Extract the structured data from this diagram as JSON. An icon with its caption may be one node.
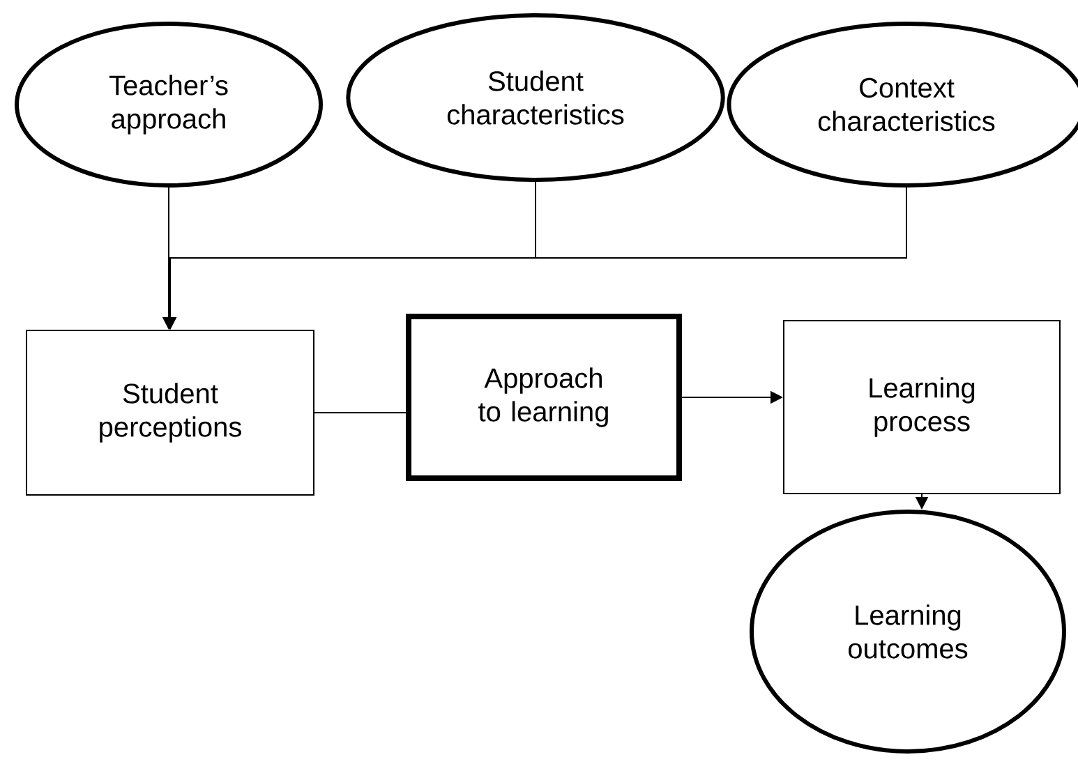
{
  "diagram": {
    "nodes": [
      {
        "text": [
          "Teacher’s approach"
        ]
      },
      {
        "text": [
          "Student characteristics"
        ]
      },
      {
        "text": [
          "Context characteristics"
        ]
      },
      {
        "text": [
          "Student perceptions"
        ]
      },
      {
        "text": [
          "Approach to learning"
        ]
      },
      {
        "text": [
          "Learning process"
        ]
      },
      {
        "text": [
          "Learning outcomes"
        ]
      }
    ],
    "edges": [
      {
        "from": 0,
        "to": 3,
        "arrow": "to"
      },
      {
        "from": 1,
        "to": 3,
        "arrow": "to"
      },
      {
        "from": 2,
        "to": 3,
        "arrow": "to"
      },
      {
        "from": 3,
        "to": 4,
        "arrow": "none"
      },
      {
        "from": 4,
        "to": 5,
        "arrow": "to"
      },
      {
        "from": 5,
        "to": 6,
        "arrow": "to"
      }
    ]
  }
}
